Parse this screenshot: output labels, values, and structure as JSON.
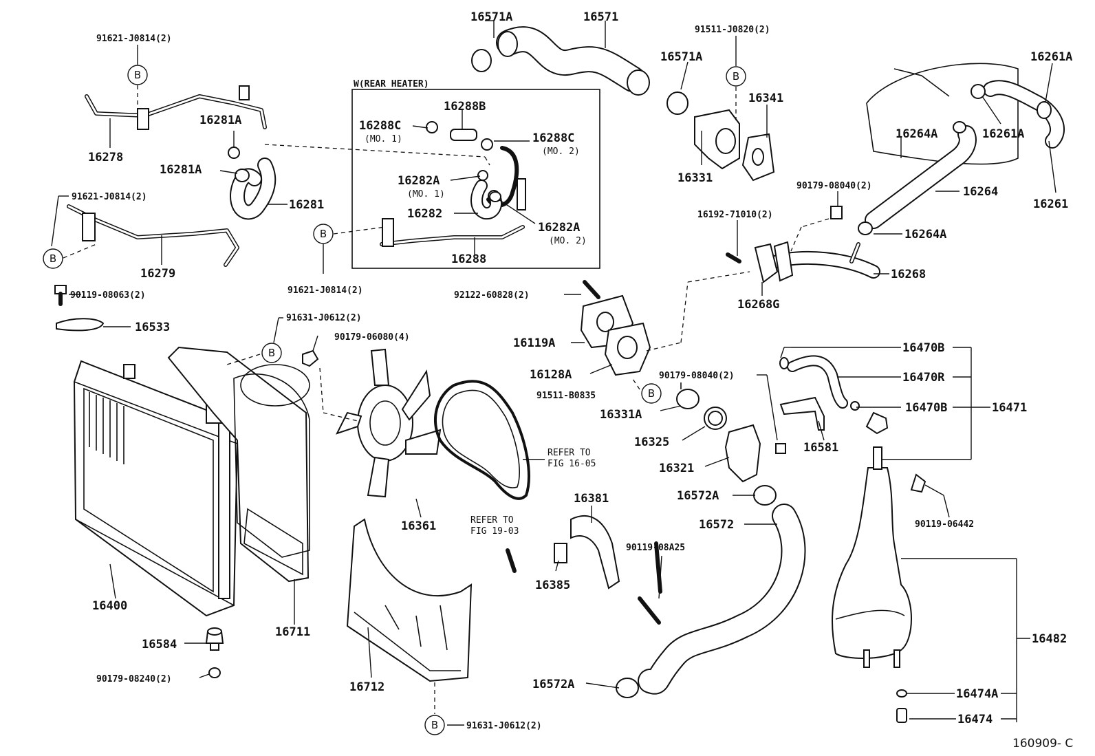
{
  "diagram_id": "160909- C",
  "box_title": "W(REAR HEATER)",
  "ref_letter": "B",
  "notes": {
    "refer_fig_16_05": [
      "REFER TO",
      "FIG 16-05"
    ],
    "refer_fig_19_03": [
      "REFER TO",
      "FIG 19-03"
    ]
  },
  "labels": {
    "p16571A_top": "16571A",
    "p16571": "16571",
    "p91511_J0820": "91511-J0820(2)",
    "p16571A_mid": "16571A",
    "p16341": "16341",
    "p16331": "16331",
    "p16261A_top": "16261A",
    "p16261A_mid": "16261A",
    "p16264A_top": "16264A",
    "p16264": "16264",
    "p16261": "16261",
    "p90179_08040_top": "90179-08040(2)",
    "p16192_71010": "16192-71010(2)",
    "p16264A_low": "16264A",
    "p16268": "16268",
    "p16268G": "16268G",
    "p91621_J0814_a": "91621-J0814(2)",
    "p16278": "16278",
    "p16281A_a": "16281A",
    "p16281A_b": "16281A",
    "p16281": "16281",
    "p91621_J0814_b": "91621-J0814(2)",
    "p16279": "16279",
    "p90119_08063": "90119-08063(2)",
    "p16533": "16533",
    "p16288B": "16288B",
    "p16288C_a": "16288C",
    "p16288C_a_note": "(MO. 1)",
    "p16288C_b": "16288C",
    "p16288C_b_note": "(MO. 2)",
    "p16282A_a": "16282A",
    "p16282A_a_note": "(MO. 1)",
    "p16282": "16282",
    "p16282A_b": "16282A",
    "p16282A_b_note": "(MO. 2)",
    "p16288": "16288",
    "p91621_J0814_c": "91621-J0814(2)",
    "p92122_60828": "92122-60828(2)",
    "p16119A": "16119A",
    "p16128A": "16128A",
    "p91511_B0835": "91511-B0835",
    "p90179_08040_mid": "90179-08040(2)",
    "p16331A": "16331A",
    "p16325": "16325",
    "p16321": "16321",
    "p16572A_top": "16572A",
    "p16572": "16572",
    "p91631_J0612_a": "91631-J0612(2)",
    "p90179_06080": "90179-06080(4)",
    "p16361": "16361",
    "p16381": "16381",
    "p16385": "16385",
    "p90119_08A25": "90119-08A25",
    "p16400": "16400",
    "p16711": "16711",
    "p16584": "16584",
    "p90179_08240": "90179-08240(2)",
    "p16712": "16712",
    "p91631_J0612_b": "91631-J0612(2)",
    "p16572A_low": "16572A",
    "p16470B_a": "16470B",
    "p16470R": "16470R",
    "p16470B_b": "16470B",
    "p16471": "16471",
    "p16581": "16581",
    "p90119_06442": "90119-06442",
    "p16482": "16482",
    "p16474A": "16474A",
    "p16474": "16474"
  }
}
